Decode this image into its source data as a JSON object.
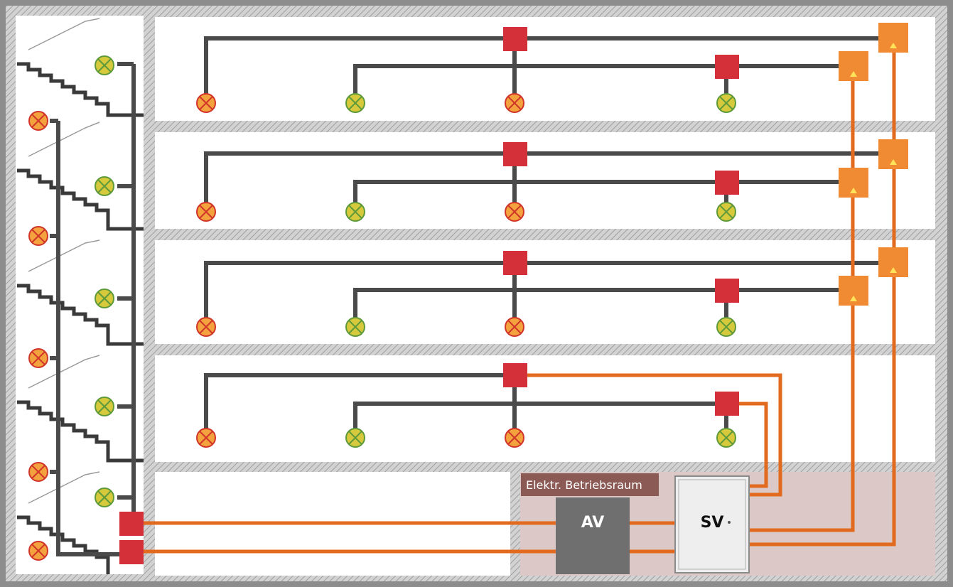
{
  "room_label": "Elektr. Betriebsraum",
  "panels": {
    "av": "AV",
    "sv": "SV"
  },
  "colors": {
    "background": "#8d8d8d",
    "room": "#ffffff",
    "slab": "#c9c9c9",
    "operating_room": "#dcc9c7",
    "operating_room_label_bg": "#8c5a55",
    "av_panel": "#6f6f6f",
    "sv_panel": "#eeeeee",
    "cable_general": "#4a4a4a",
    "cable_safety": "#e26a1e",
    "distributor_general": "#d3303a",
    "distributor_safety": "#f08a33",
    "luminaire_escape": "#f3a23d",
    "luminaire_safety": "#d6c93c",
    "luminaire_cross": "#d1352a",
    "luminaire_cross_safety": "#5f9a3a"
  },
  "symbols": {
    "luminaire": "lamp-cross-icon",
    "distributor_general": "red-square-distributor",
    "distributor_safety": "orange-square-distributor-with-triangle"
  }
}
